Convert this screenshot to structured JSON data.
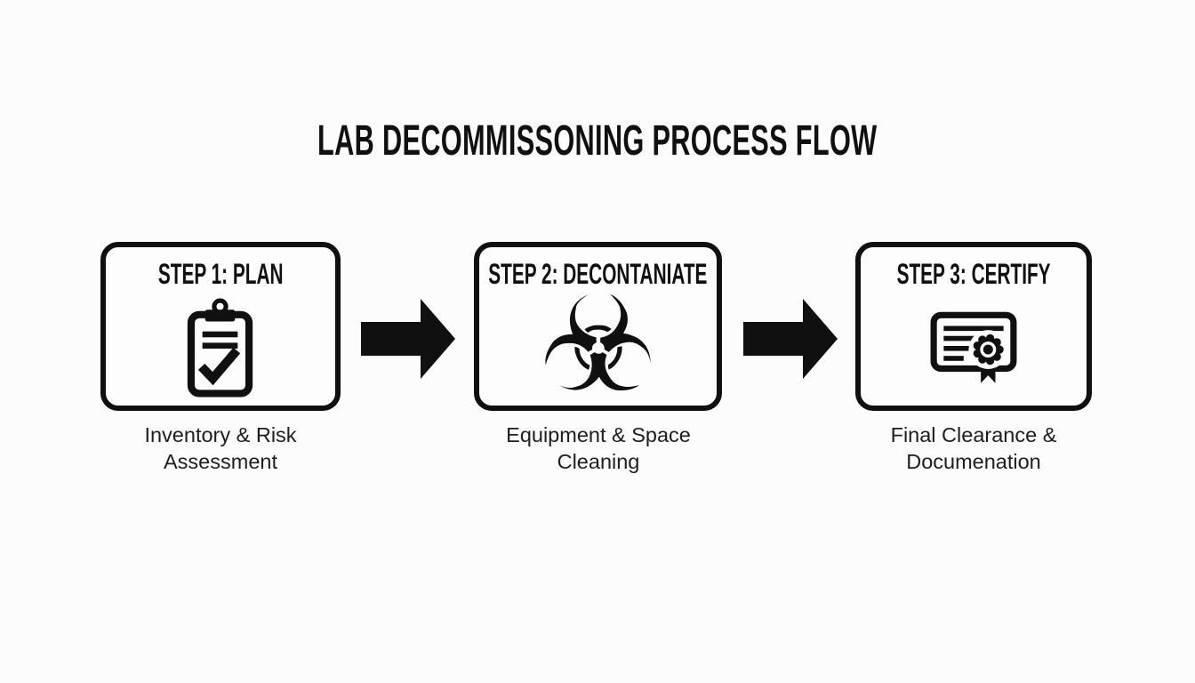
{
  "title": "LAB DECOMMISSONING PROCESS FLOW",
  "steps": [
    {
      "header": "STEP 1: PLAN",
      "icon": "clipboard-checklist-icon",
      "caption": "Inventory & Risk\nAssessment"
    },
    {
      "header": "STEP 2: DECONTANIATE",
      "icon": "biohazard-icon",
      "caption": "Equipment & Space\nCleaning"
    },
    {
      "header": "STEP 3: CERTIFY",
      "icon": "certificate-icon",
      "caption": "Final Clearance &\nDocumenation"
    }
  ],
  "glyphs": {
    "biohazard": "☣"
  },
  "colors": {
    "ink": "#101010",
    "background": "#fcfcfc"
  }
}
